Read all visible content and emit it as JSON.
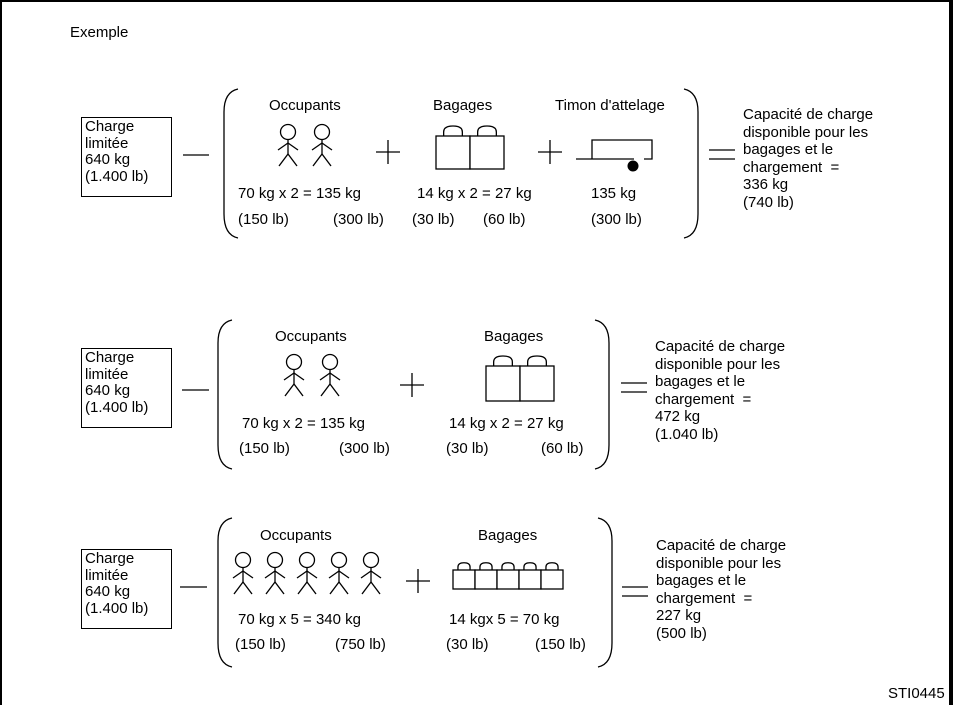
{
  "title": "Exemple",
  "figure_code": "STI0445",
  "examples": [
    {
      "limit": "Charge\nlimitée\n640 kg\n(1.400 lb)",
      "occupants": {
        "header": "Occupants",
        "kg": "70 kg  x 2 = 135 kg",
        "lb1": "(150 lb)",
        "lb2": "(300 lb)",
        "count": 2
      },
      "bagages": {
        "header": "Bagages",
        "kg": "14 kg x 2 = 27 kg",
        "lb1": "(30 lb)",
        "lb2": "(60 lb)",
        "count": 2
      },
      "timon": {
        "header": "Timon d'attelage",
        "kg": "135 kg",
        "lb": "(300 lb)"
      },
      "result": "Capacité de charge\ndisponible pour les\nbagages et le\nchargement  =\n336 kg\n(740 lb)"
    },
    {
      "limit": "Charge\nlimitée\n640 kg\n(1.400 lb)",
      "occupants": {
        "header": "Occupants",
        "kg": "70 kg  x 2 = 135 kg",
        "lb1": "(150 lb)",
        "lb2": "(300 lb)",
        "count": 2
      },
      "bagages": {
        "header": "Bagages",
        "kg": "14 kg x 2 = 27 kg",
        "lb1": "(30 lb)",
        "lb2": "(60 lb)",
        "count": 2
      },
      "result": "Capacité de charge\ndisponible pour les\nbagages et le\nchargement  =\n472 kg\n(1.040 lb)"
    },
    {
      "limit": "Charge\nlimitée\n640 kg\n(1.400 lb)",
      "occupants": {
        "header": "Occupants",
        "kg": "70 kg  x 5 = 340 kg",
        "lb1": "(150 lb)",
        "lb2": "(750 lb)",
        "count": 5
      },
      "bagages": {
        "header": "Bagages",
        "kg": "14 kgx 5 = 70 kg",
        "lb1": "(30 lb)",
        "lb2": "(150 lb)",
        "count": 5
      },
      "result": "Capacité de charge\ndisponible pour les\nbagages et le\nchargement  =\n227 kg\n(500 lb)"
    }
  ]
}
